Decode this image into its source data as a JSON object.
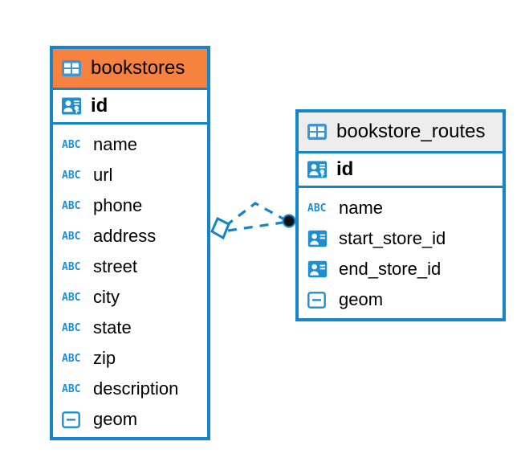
{
  "diagram": {
    "title": "database-er-diagram",
    "background": "#ffffff",
    "accent_color": "#1485c8",
    "highlight_color": "#f7813f",
    "header_grey": "#ededed"
  },
  "entities": [
    {
      "name": "bookstores",
      "header_style": "orange",
      "table_icon": "table-icon",
      "primary_key": {
        "label": "id",
        "icon": "primary-key-icon",
        "type": "pk"
      },
      "fields": [
        {
          "label": "name",
          "icon": "text-type-icon",
          "type": "text"
        },
        {
          "label": "url",
          "icon": "text-type-icon",
          "type": "text"
        },
        {
          "label": "phone",
          "icon": "text-type-icon",
          "type": "text"
        },
        {
          "label": "address",
          "icon": "text-type-icon",
          "type": "text"
        },
        {
          "label": "street",
          "icon": "text-type-icon",
          "type": "text"
        },
        {
          "label": "city",
          "icon": "text-type-icon",
          "type": "text"
        },
        {
          "label": "state",
          "icon": "text-type-icon",
          "type": "text"
        },
        {
          "label": "zip",
          "icon": "text-type-icon",
          "type": "text"
        },
        {
          "label": "description",
          "icon": "text-type-icon",
          "type": "text"
        },
        {
          "label": "geom",
          "icon": "geometry-type-icon",
          "type": "geometry"
        }
      ]
    },
    {
      "name": "bookstore_routes",
      "header_style": "grey",
      "table_icon": "table-icon",
      "primary_key": {
        "label": "id",
        "icon": "primary-key-icon",
        "type": "pk"
      },
      "fields": [
        {
          "label": "name",
          "icon": "text-type-icon",
          "type": "text"
        },
        {
          "label": "start_store_id",
          "icon": "foreign-key-icon",
          "type": "fk"
        },
        {
          "label": "end_store_id",
          "icon": "foreign-key-icon",
          "type": "fk"
        },
        {
          "label": "geom",
          "icon": "geometry-type-icon",
          "type": "geometry"
        }
      ]
    }
  ],
  "relationship": {
    "style": "dashed",
    "color": "#1485c8",
    "source_marker": "diamond-marker",
    "target_marker": "circle-marker"
  }
}
